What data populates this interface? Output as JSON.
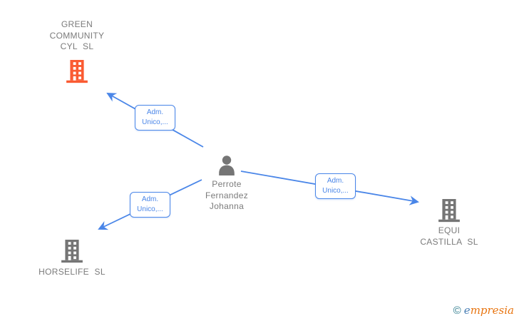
{
  "colors": {
    "edge_blue": "#4a86e8",
    "company_highlight": "#fa5b32",
    "node_gray": "#757575",
    "logo_teal": "#2b7a8c",
    "logo_blue": "#4a7fb5",
    "logo_orange": "#e87511"
  },
  "diagram": {
    "person": {
      "name": "Perrote Fernandez Johanna",
      "line1": "Perrote",
      "line2": "Fernandez",
      "line3": "Johanna"
    },
    "companies": {
      "green_community": {
        "name": "GREEN COMMUNITY CYL SL",
        "line1": "GREEN",
        "line2": "COMMUNITY",
        "line3": "CYL SL"
      },
      "equi_castilla": {
        "name": "EQUI CASTILLA SL",
        "line1": "EQUI",
        "line2": "CASTILLA SL"
      },
      "horselife": {
        "name": "HORSELIFE SL",
        "line1": "HORSELIFE SL"
      }
    },
    "edge_labels": {
      "to_green_community": {
        "line1": "Adm.",
        "line2": "Unico,..."
      },
      "to_horselife": {
        "line1": "Adm.",
        "line2": "Unico,..."
      },
      "to_equi_castilla": {
        "line1": "Adm.",
        "line2": "Unico,..."
      }
    }
  },
  "watermark": {
    "copyright": "©",
    "brand_initial": "e",
    "brand_rest": "mpresia"
  }
}
